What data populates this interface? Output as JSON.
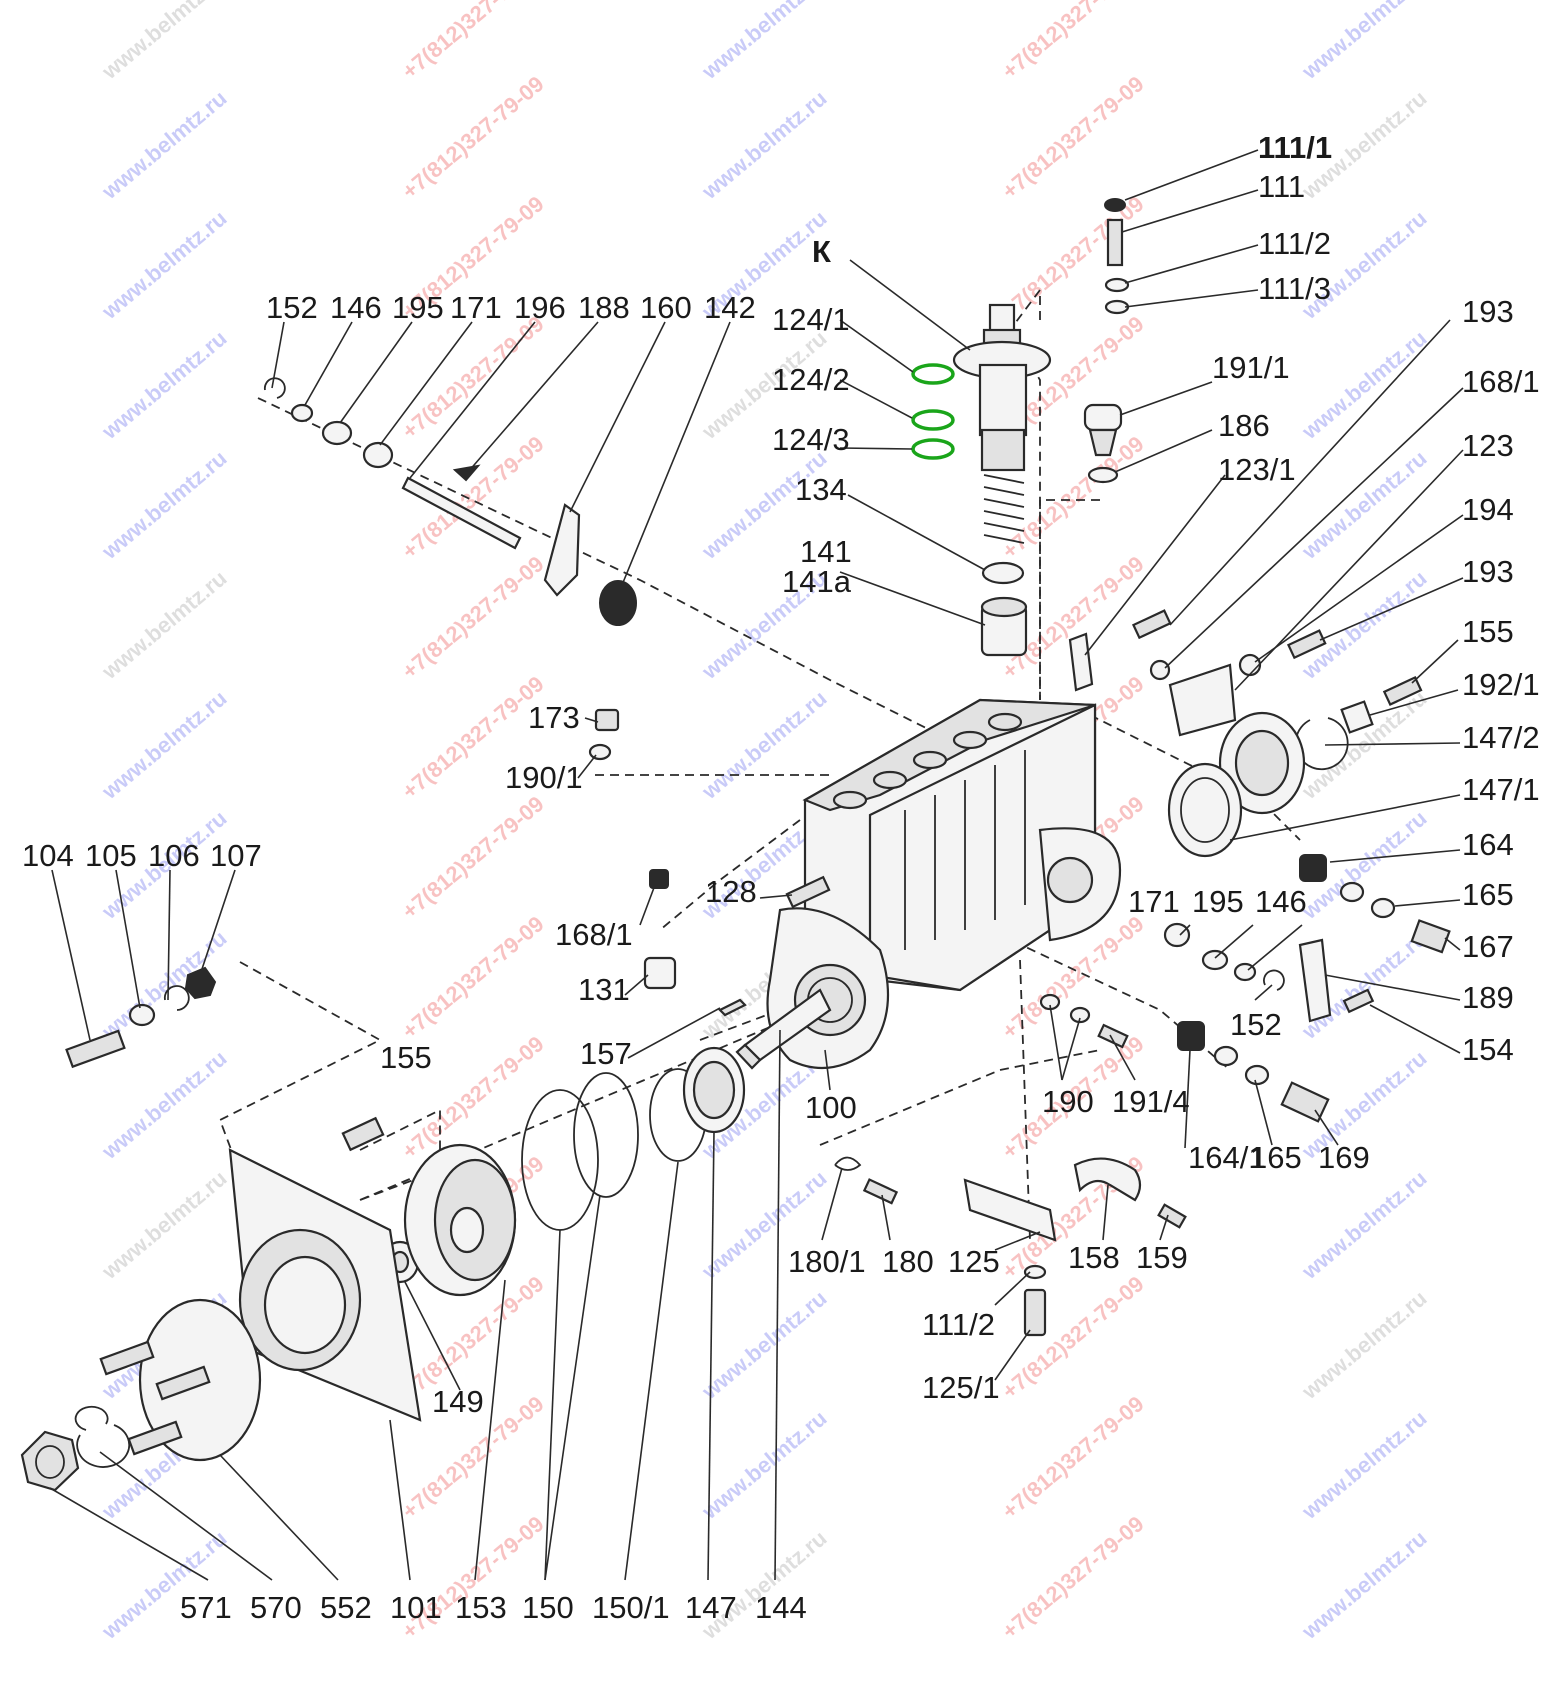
{
  "diagram": {
    "highlight_color": "#1aa51a",
    "line_color": "#2a2a2a",
    "watermarks": {
      "site": "www.belmtz.ru",
      "phone": "+7(812)327-79-09",
      "color_blue": "#8a8ef0",
      "color_red": "#f07a7a"
    },
    "labels": [
      {
        "id": "111-1",
        "text": "111/1",
        "bold": true
      },
      {
        "id": "111",
        "text": "111"
      },
      {
        "id": "111-2",
        "text": "111/2"
      },
      {
        "id": "111-3",
        "text": "111/3"
      },
      {
        "id": "k",
        "text": "К",
        "bold": true
      },
      {
        "id": "124-1",
        "text": "124/1"
      },
      {
        "id": "124-2",
        "text": "124/2"
      },
      {
        "id": "124-3",
        "text": "124/3"
      },
      {
        "id": "193a",
        "text": "193"
      },
      {
        "id": "191-1",
        "text": "191/1"
      },
      {
        "id": "168-1a",
        "text": "168/1"
      },
      {
        "id": "186",
        "text": "186"
      },
      {
        "id": "123",
        "text": "123"
      },
      {
        "id": "123-1",
        "text": "123/1"
      },
      {
        "id": "134",
        "text": "134"
      },
      {
        "id": "194",
        "text": "194"
      },
      {
        "id": "141",
        "text": "141"
      },
      {
        "id": "141a",
        "text": "141a"
      },
      {
        "id": "193b",
        "text": "193"
      },
      {
        "id": "155a",
        "text": "155"
      },
      {
        "id": "192-1",
        "text": "192/1"
      },
      {
        "id": "147-2",
        "text": "147/2"
      },
      {
        "id": "147-1",
        "text": "147/1"
      },
      {
        "id": "164",
        "text": "164"
      },
      {
        "id": "165a",
        "text": "165"
      },
      {
        "id": "167",
        "text": "167"
      },
      {
        "id": "189",
        "text": "189"
      },
      {
        "id": "154",
        "text": "154"
      },
      {
        "id": "152a",
        "text": "152"
      },
      {
        "id": "146a",
        "text": "146"
      },
      {
        "id": "195a",
        "text": "195"
      },
      {
        "id": "171a",
        "text": "171"
      },
      {
        "id": "196",
        "text": "196"
      },
      {
        "id": "188",
        "text": "188"
      },
      {
        "id": "160",
        "text": "160"
      },
      {
        "id": "142",
        "text": "142"
      },
      {
        "id": "173",
        "text": "173"
      },
      {
        "id": "190-1",
        "text": "190/1"
      },
      {
        "id": "104",
        "text": "104"
      },
      {
        "id": "105",
        "text": "105"
      },
      {
        "id": "106",
        "text": "106"
      },
      {
        "id": "107",
        "text": "107"
      },
      {
        "id": "128",
        "text": "128"
      },
      {
        "id": "168-1b",
        "text": "168/1"
      },
      {
        "id": "131",
        "text": "131"
      },
      {
        "id": "171b",
        "text": "171"
      },
      {
        "id": "195b",
        "text": "195"
      },
      {
        "id": "146b",
        "text": "146"
      },
      {
        "id": "152b",
        "text": "152"
      },
      {
        "id": "155b",
        "text": "155"
      },
      {
        "id": "157",
        "text": "157"
      },
      {
        "id": "100",
        "text": "100"
      },
      {
        "id": "190",
        "text": "190"
      },
      {
        "id": "191-4",
        "text": "191/4"
      },
      {
        "id": "164-1",
        "text": "164/1"
      },
      {
        "id": "165b",
        "text": "165"
      },
      {
        "id": "169",
        "text": "169"
      },
      {
        "id": "180-1",
        "text": "180/1"
      },
      {
        "id": "180",
        "text": "180"
      },
      {
        "id": "125",
        "text": "125"
      },
      {
        "id": "158",
        "text": "158"
      },
      {
        "id": "159",
        "text": "159"
      },
      {
        "id": "111-2b",
        "text": "111/2"
      },
      {
        "id": "125-1",
        "text": "125/1"
      },
      {
        "id": "149",
        "text": "149"
      },
      {
        "id": "571",
        "text": "571"
      },
      {
        "id": "570",
        "text": "570"
      },
      {
        "id": "552",
        "text": "552"
      },
      {
        "id": "101",
        "text": "101"
      },
      {
        "id": "153",
        "text": "153"
      },
      {
        "id": "150",
        "text": "150"
      },
      {
        "id": "150-1",
        "text": "150/1"
      },
      {
        "id": "147",
        "text": "147"
      },
      {
        "id": "144",
        "text": "144"
      }
    ]
  }
}
